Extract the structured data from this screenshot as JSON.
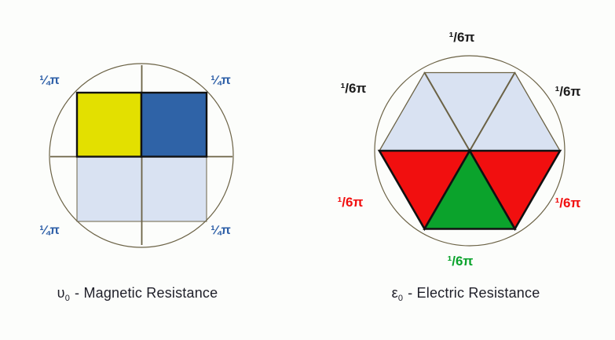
{
  "palette": {
    "background": "#fcfdfb",
    "outline_olive": "#6b6245",
    "stroke_black": "#111111",
    "quadrant_yellow": "#e3e000",
    "quadrant_blue": "#2f63a7",
    "half_lavender": "#d9e2f2",
    "sector_red": "#f10f0f",
    "sector_green": "#0ba32c",
    "label_blue": "#2d5fa7",
    "label_black": "#1c1c1c",
    "caption_color": "#20202a"
  },
  "left_figure": {
    "labels": {
      "top_left": "¼π",
      "top_right": "¼π",
      "bottom_left": "¼π",
      "bottom_right": "¼π"
    },
    "caption": {
      "symbol": "υ",
      "subscript": "0",
      "rest": "- Magnetic Resistance"
    }
  },
  "right_figure": {
    "labels": {
      "top": "¹/6π",
      "top_left": "¹/6π",
      "top_right": "¹/6π",
      "bottom_left": "¹/6π",
      "bottom_right": "¹/6π",
      "bottom": "¹/6π"
    },
    "caption": {
      "symbol": "ε",
      "subscript": "0",
      "rest": "- Electric Resistance"
    }
  }
}
